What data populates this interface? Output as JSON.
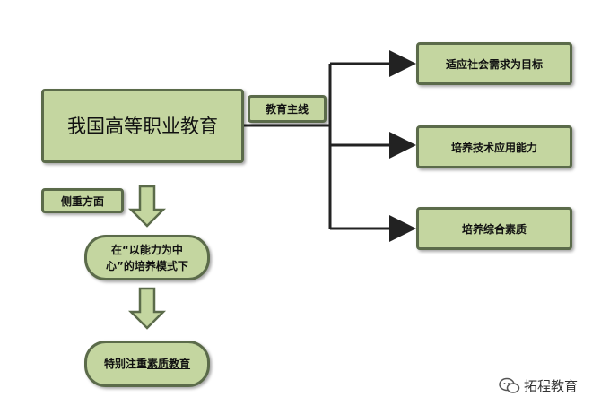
{
  "main": {
    "title": "我国高等职业教育"
  },
  "branch_label": "教育主线",
  "targets": [
    {
      "label": "适应社会需求为目标"
    },
    {
      "label": "培养技术应用能力"
    },
    {
      "label": "培养综合素质"
    }
  ],
  "side_label": "侧重方面",
  "step1": {
    "line1": "在“以能力为中",
    "line2": "心”的培养模式下"
  },
  "step2": {
    "prefix": "特别注重",
    "emphasis": "素质教育"
  },
  "watermark": {
    "text": "拓程教育",
    "icon": "wechat-icon"
  },
  "colors": {
    "box_fill": "#c4d6a0",
    "box_border": "#5b6b4a",
    "arrow": "#222222"
  }
}
